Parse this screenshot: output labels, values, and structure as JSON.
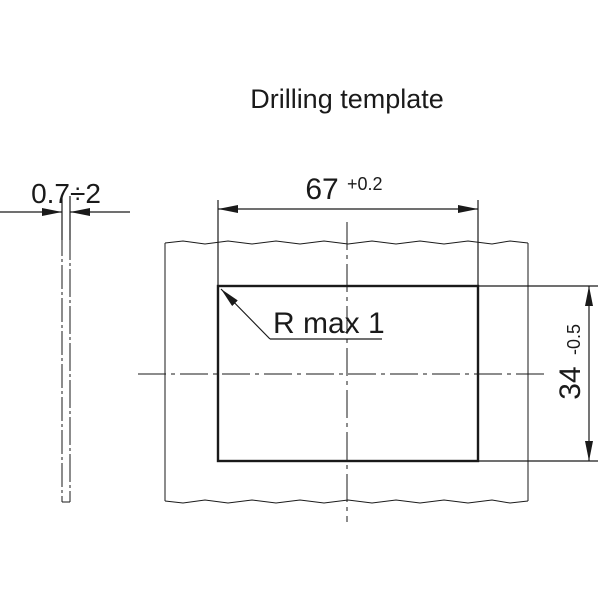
{
  "title": "Drilling template",
  "panel_thickness": {
    "label": "0.7÷2"
  },
  "cutout": {
    "width": {
      "nominal": "67",
      "tolerance": "+0.2"
    },
    "height": {
      "nominal": "34",
      "tolerance": "-0.5"
    },
    "corner_radius_label": "R max 1"
  },
  "colors": {
    "line": "#1a1a1a",
    "background": "#ffffff"
  }
}
